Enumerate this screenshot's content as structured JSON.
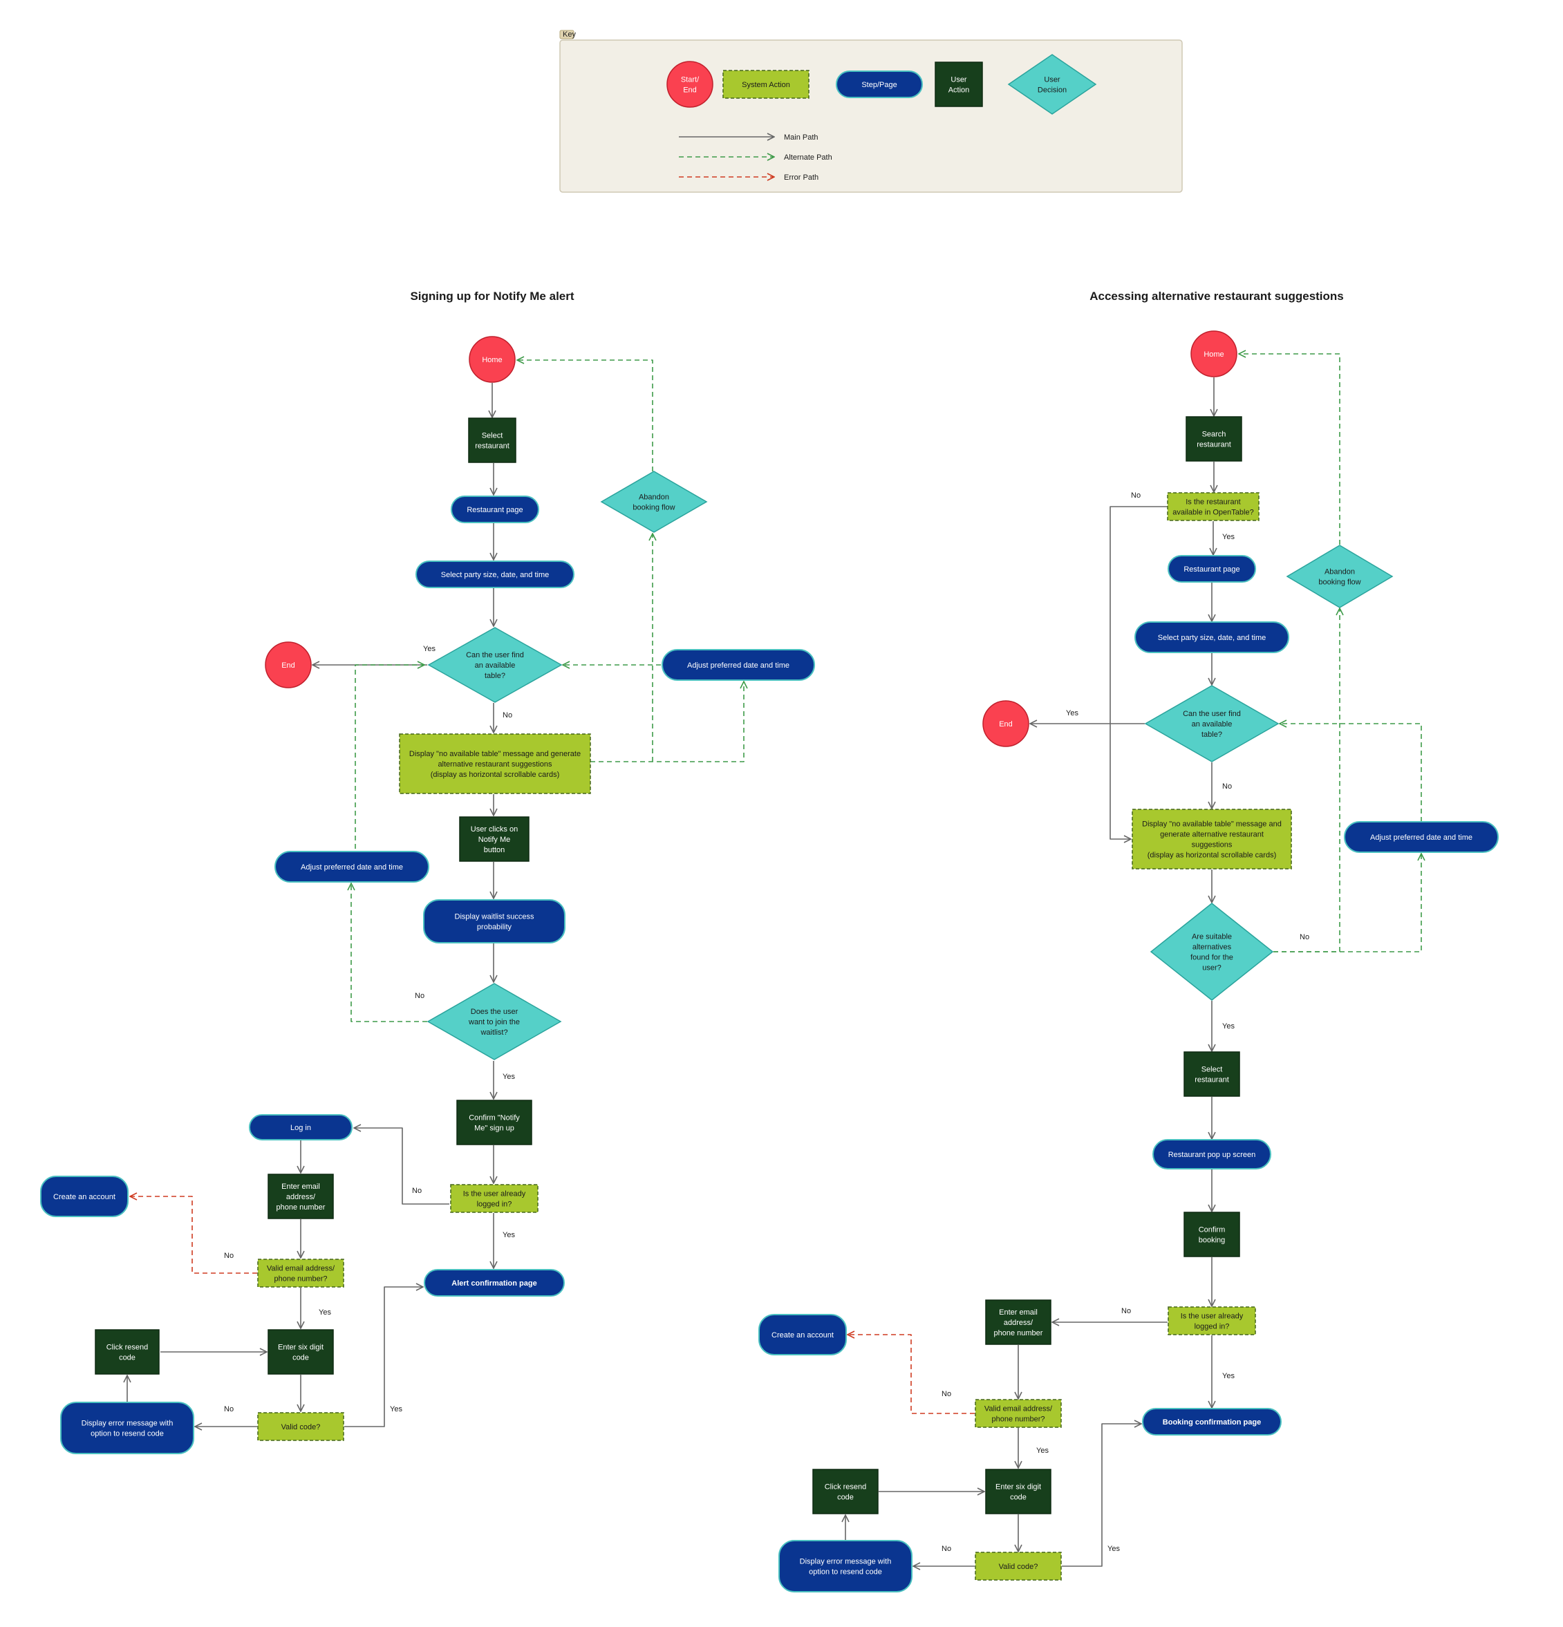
{
  "colors": {
    "start_end": "#fa4150",
    "system_action": "#a8c82e",
    "step_page": "#0a3590",
    "user_action": "#173f1c",
    "user_decision": "#55d0c8",
    "main_path": "#666666",
    "alternate_path": "#3d9a48",
    "error_path": "#cf3a20",
    "key_bg": "#f2efe6"
  },
  "key": {
    "tag": "Key",
    "start_end": [
      "Start/",
      "End"
    ],
    "system_action": "System Action",
    "step_page": "Step/Page",
    "user_action": [
      "User",
      "Action"
    ],
    "user_decision": [
      "User",
      "Decision"
    ],
    "main_path": "Main Path",
    "alternate_path": "Alternate Path",
    "error_path": "Error Path"
  },
  "flows": {
    "left": {
      "title": "Signing up for Notify Me alert",
      "home": "Home",
      "select_restaurant": [
        "Select",
        "restaurant"
      ],
      "restaurant_page": "Restaurant page",
      "select_party": "Select party size, date, and time",
      "can_find_table": [
        "Can the user find",
        "an available",
        "table?"
      ],
      "end": "End",
      "adjust_top": "Adjust preferred date and time",
      "abandon": [
        "Abandon",
        "booking flow"
      ],
      "no_table_msg": [
        "Display \"no available table\" message and generate",
        "alternative restaurant suggestions",
        "(display as horizontal scrollable cards)"
      ],
      "notify_click": [
        "User clicks on",
        "Notify Me",
        "button"
      ],
      "adjust_mid": "Adjust preferred date and time",
      "waitlist_prob": [
        "Display waitlist success",
        "probability"
      ],
      "join_waitlist": [
        "Does the user",
        "want to join the",
        "waitlist?"
      ],
      "confirm_notify": [
        "Confirm \"Notify",
        "Me\" sign up"
      ],
      "logged_in": [
        "Is the user already",
        "logged in?"
      ],
      "log_in": "Log in",
      "enter_email": [
        "Enter email",
        "address/",
        "phone number"
      ],
      "create_account": "Create an account",
      "valid_email": [
        "Valid email address/",
        "phone number?"
      ],
      "alert_confirm": "Alert confirmation page",
      "click_resend": [
        "Click resend",
        "code"
      ],
      "enter_code": [
        "Enter six digit",
        "code"
      ],
      "error_msg": [
        "Display error message with",
        "option to resend code"
      ],
      "valid_code": "Valid code?",
      "edge_labels": {
        "yes_end": "Yes",
        "no_table": "No",
        "no_waitlist": "No",
        "yes_waitlist": "Yes",
        "no_login": "No",
        "yes_login": "Yes",
        "no_email": "No",
        "yes_email": "Yes",
        "no_code": "No",
        "yes_code": "Yes"
      }
    },
    "right": {
      "title": "Accessing alternative restaurant suggestions",
      "home": "Home",
      "search_restaurant": [
        "Search",
        "restaurant"
      ],
      "in_opentable": [
        "Is the restaurant",
        "available in OpenTable?"
      ],
      "restaurant_page": "Restaurant page",
      "select_party": "Select party size, date, and time",
      "abandon": [
        "Abandon",
        "booking flow"
      ],
      "can_find_table": [
        "Can the user find",
        "an available",
        "table?"
      ],
      "end": "End",
      "no_table_msg": [
        "Display \"no available table\" message and",
        "generate alternative restaurant",
        "suggestions",
        "(display as horizontal scrollable cards)"
      ],
      "adjust": "Adjust preferred date and time",
      "suitable_alts": [
        "Are suitable",
        "alternatives",
        "found for the",
        "user?"
      ],
      "select_restaurant": [
        "Select",
        "restaurant"
      ],
      "popup": "Restaurant pop up screen",
      "confirm_booking": [
        "Confirm",
        "booking"
      ],
      "logged_in": [
        "Is the user already",
        "logged in?"
      ],
      "enter_email": [
        "Enter email",
        "address/",
        "phone number"
      ],
      "create_account": "Create an account",
      "valid_email": [
        "Valid email address/",
        "phone number?"
      ],
      "booking_confirm": "Booking confirmation page",
      "click_resend": [
        "Click resend",
        "code"
      ],
      "enter_code": [
        "Enter six digit",
        "code"
      ],
      "error_msg": [
        "Display error message with",
        "option to resend code"
      ],
      "valid_code": "Valid code?",
      "edge_labels": {
        "no_opentable": "No",
        "yes_opentable": "Yes",
        "yes_end": "Yes",
        "no_table": "No",
        "no_alts": "No",
        "yes_alts": "Yes",
        "no_login": "No",
        "yes_login": "Yes",
        "no_email": "No",
        "yes_email": "Yes",
        "no_code": "No",
        "yes_code": "Yes"
      }
    }
  }
}
